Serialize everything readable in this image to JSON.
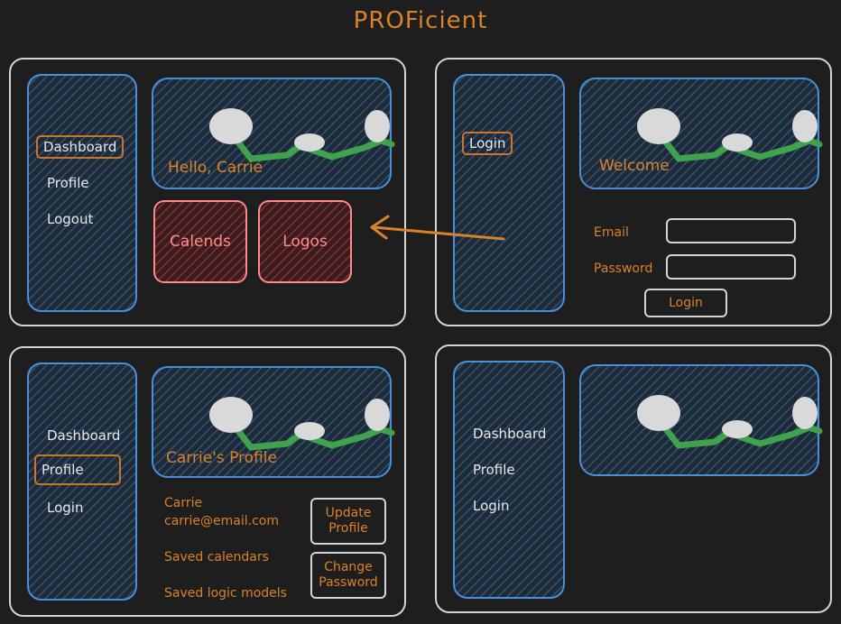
{
  "app_title": "PROFicient",
  "dashboard_panel": {
    "nav": [
      "Dashboard",
      "Profile",
      "Logout"
    ],
    "greeting": "Hello, Carrie",
    "tiles": [
      "Calends",
      "Logos"
    ]
  },
  "login_panel": {
    "nav": [
      "Login"
    ],
    "greeting": "Welcome",
    "email_label": "Email",
    "password_label": "Password",
    "login_button": "Login"
  },
  "profile_panel": {
    "nav": [
      "Dashboard",
      "Profile",
      "Login"
    ],
    "greeting": "Carrie's Profile",
    "name": "Carrie",
    "email": "carrie@email.com",
    "saved_calendars": "Saved calendars",
    "saved_logic_models": "Saved logic models",
    "update_button": "Update Profile",
    "change_password_button": "Change Password"
  },
  "blank_panel": {
    "nav": [
      "Dashboard",
      "Profile",
      "Login"
    ]
  },
  "colors": {
    "accent": "#d9822b",
    "frame": "#d4d4d4",
    "sidebar": "#4a90d9",
    "tile": "#ff8a8a",
    "leaf": "#3fa34d"
  }
}
